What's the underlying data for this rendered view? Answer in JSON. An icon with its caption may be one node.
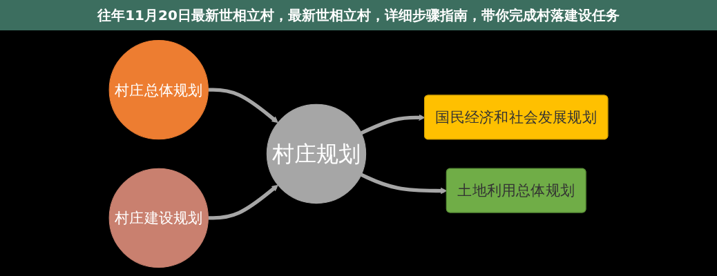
{
  "diagram": {
    "title": "往年11月20日最新世相立村，最新世相立村，详细步骤指南，带你完成村落建设任务",
    "nodes": [
      {
        "text": [
          "村庄总体规划"
        ]
      },
      {
        "text": [
          "村庄建设规划"
        ]
      },
      {
        "text": [
          "村庄规划"
        ]
      },
      {
        "text": [
          "国民经济和社会发展规划"
        ]
      },
      {
        "text": [
          "土地利用总体规划"
        ]
      }
    ],
    "edges": [
      {
        "from": 0,
        "to": 2,
        "arrow": "to"
      },
      {
        "from": 1,
        "to": 2,
        "arrow": "to"
      },
      {
        "from": 2,
        "to": 3,
        "arrow": "to"
      },
      {
        "from": 2,
        "to": 4,
        "arrow": "to"
      }
    ]
  }
}
